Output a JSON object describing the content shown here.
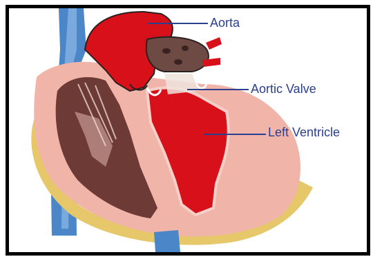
{
  "diagram": {
    "labels": {
      "aorta": "Aorta",
      "aortic_valve": "Aortic Valve",
      "left_ventricle": "Left Ventricle"
    },
    "colors": {
      "label_text": "#2a3f8f",
      "leader_line": "#2a3f8f",
      "blood_red": "#d8101a",
      "myocardium_pink": "#f0b4a8",
      "dark_chamber": "#6e3a36",
      "vein_blue": "#4a86c8",
      "fat_yellow": "#e6c76a",
      "frame_border": "#000000"
    }
  }
}
